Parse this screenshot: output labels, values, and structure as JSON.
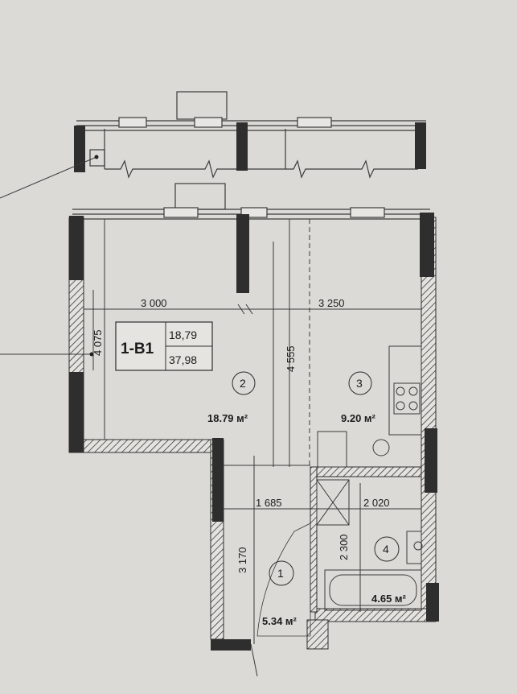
{
  "unit": {
    "code": "1-B1",
    "living_area": "18,79",
    "total_area": "37,98"
  },
  "dimensions": {
    "top_left": "3 000",
    "top_right": "3 250",
    "left_height": "4 075",
    "mid_height": "4 555",
    "hall_width": "1 685",
    "bath_width": "2 020",
    "hall_height": "3 170",
    "bath_height": "2 300"
  },
  "rooms": [
    {
      "number": "1",
      "area": "5.34 м²"
    },
    {
      "number": "2",
      "area": "18.79 м²"
    },
    {
      "number": "3",
      "area": "9.20 м²"
    },
    {
      "number": "4",
      "area": "4.65 м²"
    }
  ],
  "colors": {
    "paper": "#dcdad6",
    "wall": "#2e2e2e",
    "line": "#3a3a3a"
  }
}
